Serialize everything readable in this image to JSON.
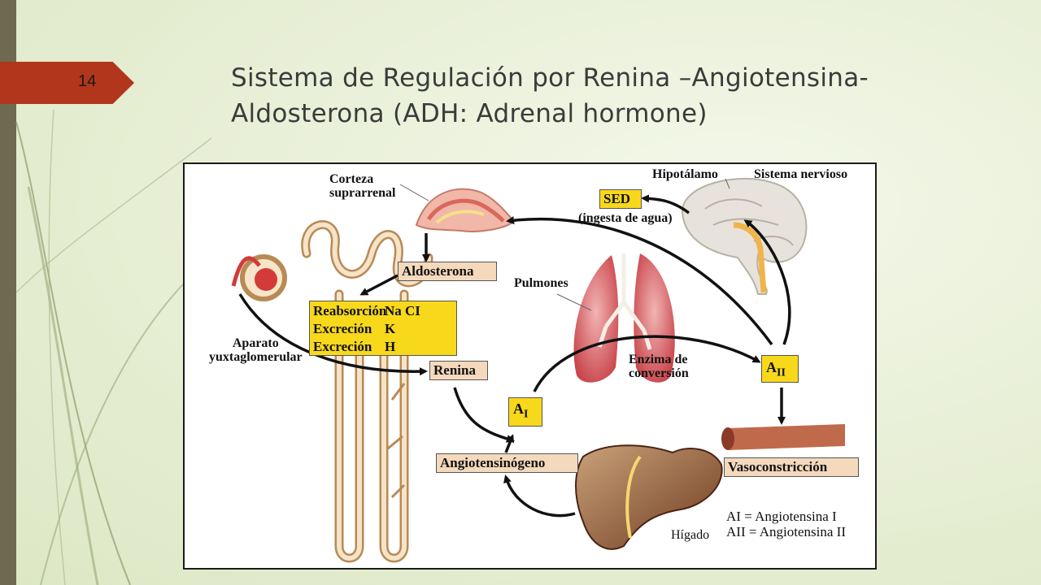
{
  "slide": {
    "number": "14",
    "title_line1": "Sistema de Regulación por Renina –Angiotensina-",
    "title_line2": "Aldosterona (ADH: Adrenal hormone)"
  },
  "diagram": {
    "corteza_line1": "Corteza",
    "corteza_line2": "suprarrenal",
    "hipotalamo": "Hipotálamo",
    "sistema_nervioso": "Sistema nervioso",
    "sed": "SED",
    "ingesta": "(ingesta de agua)",
    "aldosterona": "Aldosterona",
    "pulmones": "Pulmones",
    "reabsorcion": "Reabsorción",
    "reabsorcion_ion": "Na CI",
    "excrecion1": "Excreción",
    "excrecion1_ion": "K",
    "excrecion2": "Excreción",
    "excrecion2_ion": "H",
    "aparato_line1": "Aparato",
    "aparato_line2": "yuxtaglomerular",
    "renina": "Renina",
    "enzima_line1": "Enzima de",
    "enzima_line2": "conversión",
    "a2_main": "A",
    "a2_sub": "II",
    "a1_main": "A",
    "a1_sub": "I",
    "angiotensinogeno": "Angiotensinógeno",
    "vasoconstriccion": "Vasoconstricción",
    "legend_ai": "AI = Angiotensina I",
    "legend_aii": "AII = Angiotensina II",
    "higado": "Hígado"
  },
  "colors": {
    "accent_tag": "#b1361c",
    "label_yellow": "#f8d81b",
    "label_peach": "#f4d9bd"
  }
}
